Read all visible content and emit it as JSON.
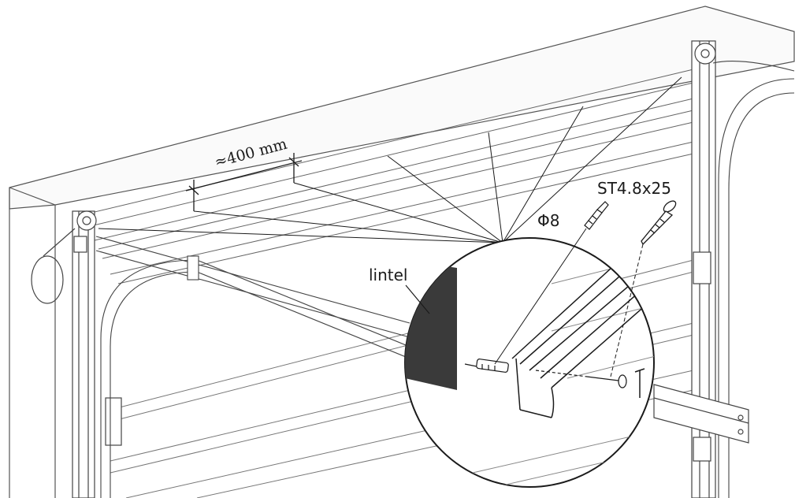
{
  "labels": {
    "spacing": "≈400 mm",
    "lintel": "lintel",
    "dowel": "Φ8",
    "screw": "ST4.8x25"
  },
  "colors": {
    "ink": "#1b1b1b",
    "lintel_fill": "#3a3a3a",
    "background": "#ffffff"
  },
  "icons": [
    "wall-plug-icon",
    "self-tapping-screw-icon"
  ]
}
